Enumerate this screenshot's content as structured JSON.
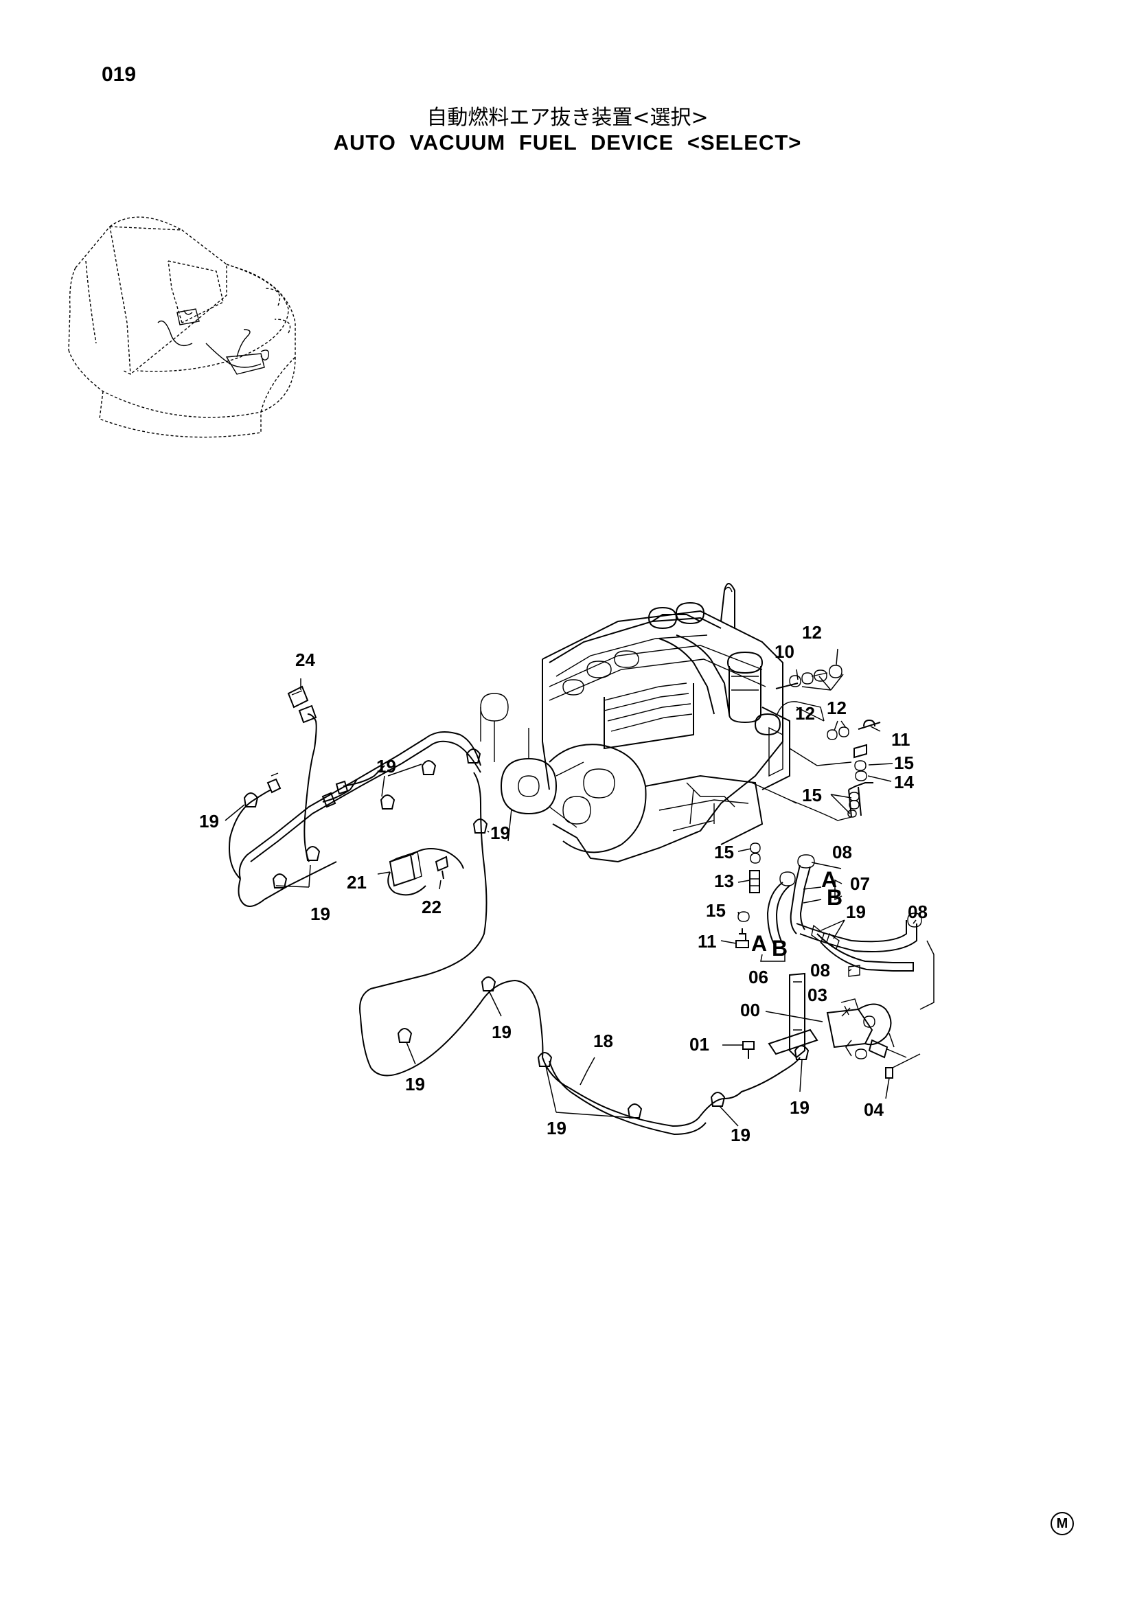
{
  "page_number": "019",
  "title_jp": "自動燃料エア抜き装置<選択>",
  "title_en": "AUTO VACUUM FUEL DEVICE <SELECT>",
  "mark": "M",
  "callouts": {
    "c24": "24",
    "c19a": "19",
    "c19b": "19",
    "c19c": "19",
    "c19d": "19",
    "c19e": "19",
    "c19f": "19",
    "c19g": "19",
    "c19h": "19",
    "c19i": "19",
    "c19j": "19",
    "c21": "21",
    "c22": "22",
    "c18": "18",
    "c10": "10",
    "c12a": "12",
    "c12b": "12",
    "c12c": "12",
    "c11a": "11",
    "c11b": "11",
    "c15a": "15",
    "c15b": "15",
    "c15c": "15",
    "c15d": "15",
    "c14": "14",
    "c13": "13",
    "c08a": "08",
    "c08b": "08",
    "c08c": "08",
    "c07": "07",
    "c06": "06",
    "cA1": "A",
    "cB1": "B",
    "cA2": "A",
    "cB2": "B",
    "c00": "00",
    "c03": "03",
    "c01": "01",
    "c04": "04"
  }
}
